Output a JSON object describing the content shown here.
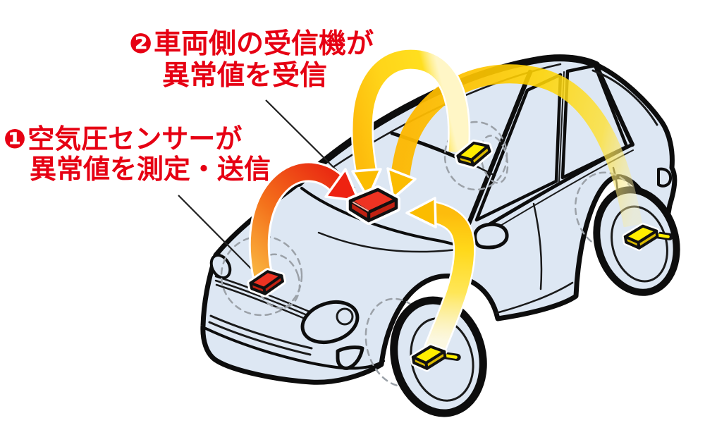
{
  "annotations": {
    "step1": {
      "badge": "❶",
      "line1": "空気圧センサーが",
      "line2": "異常値を測定・送信"
    },
    "step2": {
      "badge": "❷",
      "line1": "車両側の受信機が",
      "line2": "異常値を受信"
    }
  },
  "colors": {
    "background": "#ffffff",
    "annotation_red": "#e60013",
    "car_body": "#dde7f3",
    "outline": "#0d0d0d",
    "hidden_wheel_dash": "#9ba1a8",
    "receiver_top": "#ee3322",
    "receiver_side": "#c02112",
    "sensor_red_top": "#ee3322",
    "sensor_red_side": "#c02112",
    "sensor_yellow_top": "#ffee00",
    "sensor_yellow_side": "#d9b900",
    "arrow_yellow": "#ffd400",
    "arrow_head_gold": "#fbbc00",
    "arrow_head_red": "#ee2211"
  }
}
